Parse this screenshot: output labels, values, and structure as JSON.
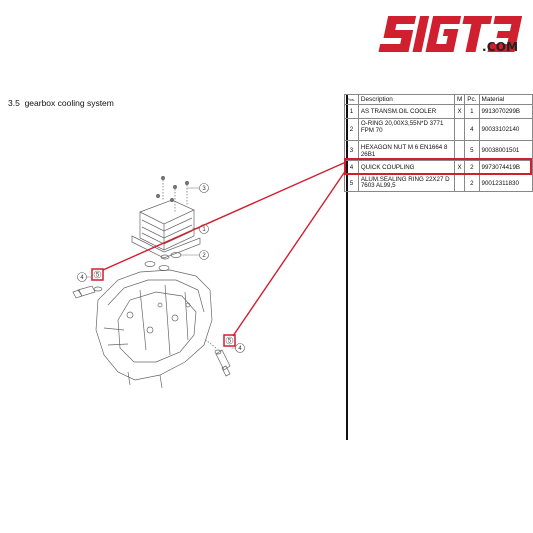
{
  "brand": {
    "logo_text": "SIGT3",
    "domain": ".COM",
    "accent_color": "#d01f2e"
  },
  "section": {
    "number": "3.5",
    "title": "gearbox cooling system"
  },
  "table": {
    "headers": [
      "Pos.",
      "Description",
      "M",
      "Pc.",
      "Material"
    ],
    "rows": [
      {
        "pos": "1",
        "description": "AS TRANSM.OIL COOLER",
        "m": "X",
        "pc": "1",
        "material": "9913070299B"
      },
      {
        "pos": "2",
        "description": "O-RING 20,00X3,55N*D 3771 FPM 70",
        "m": "",
        "pc": "4",
        "material": "90033102140"
      },
      {
        "pos": "3",
        "description": "HEXAGON NUT M 6 EN1664 8 26B1",
        "m": "",
        "pc": "5",
        "material": "90038001501"
      },
      {
        "pos": "4",
        "description": "QUICK COUPLING",
        "m": "X",
        "pc": "2",
        "material": "9973074419B"
      },
      {
        "pos": "5",
        "description": "ALUM.SEALING RING 22X27 D 7603 AL99,5",
        "m": "",
        "pc": "2",
        "material": "90012311830"
      }
    ]
  },
  "callouts": [
    "1",
    "2",
    "3",
    "4",
    "4",
    "5",
    "5"
  ]
}
